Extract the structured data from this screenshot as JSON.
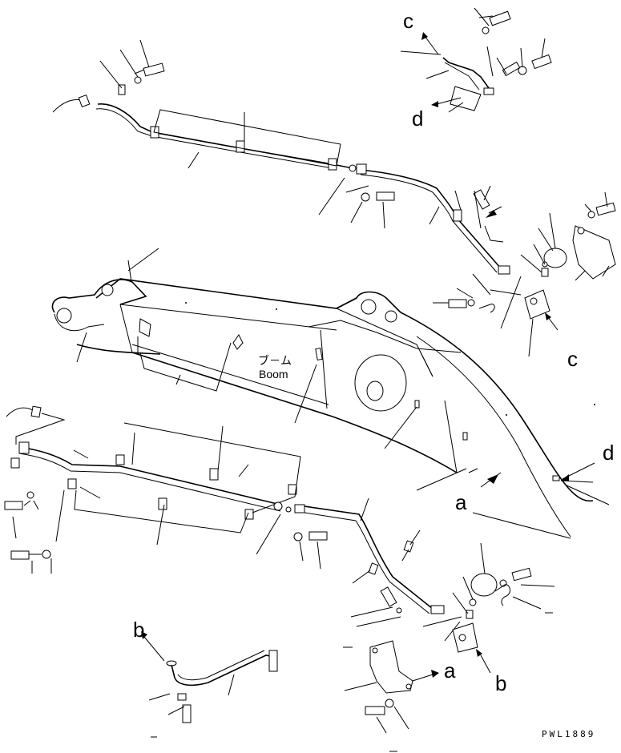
{
  "diagram": {
    "callouts": {
      "c_top": "c",
      "d_top": "d",
      "c_right": "c",
      "d_right": "d",
      "a_middle": "a",
      "a_bottom": "a",
      "b_bottom": "b",
      "b_left": "b"
    },
    "boom_label_jp": "ブ－ム",
    "boom_label_en": "Boom",
    "drawing_code": "PWL1889"
  }
}
